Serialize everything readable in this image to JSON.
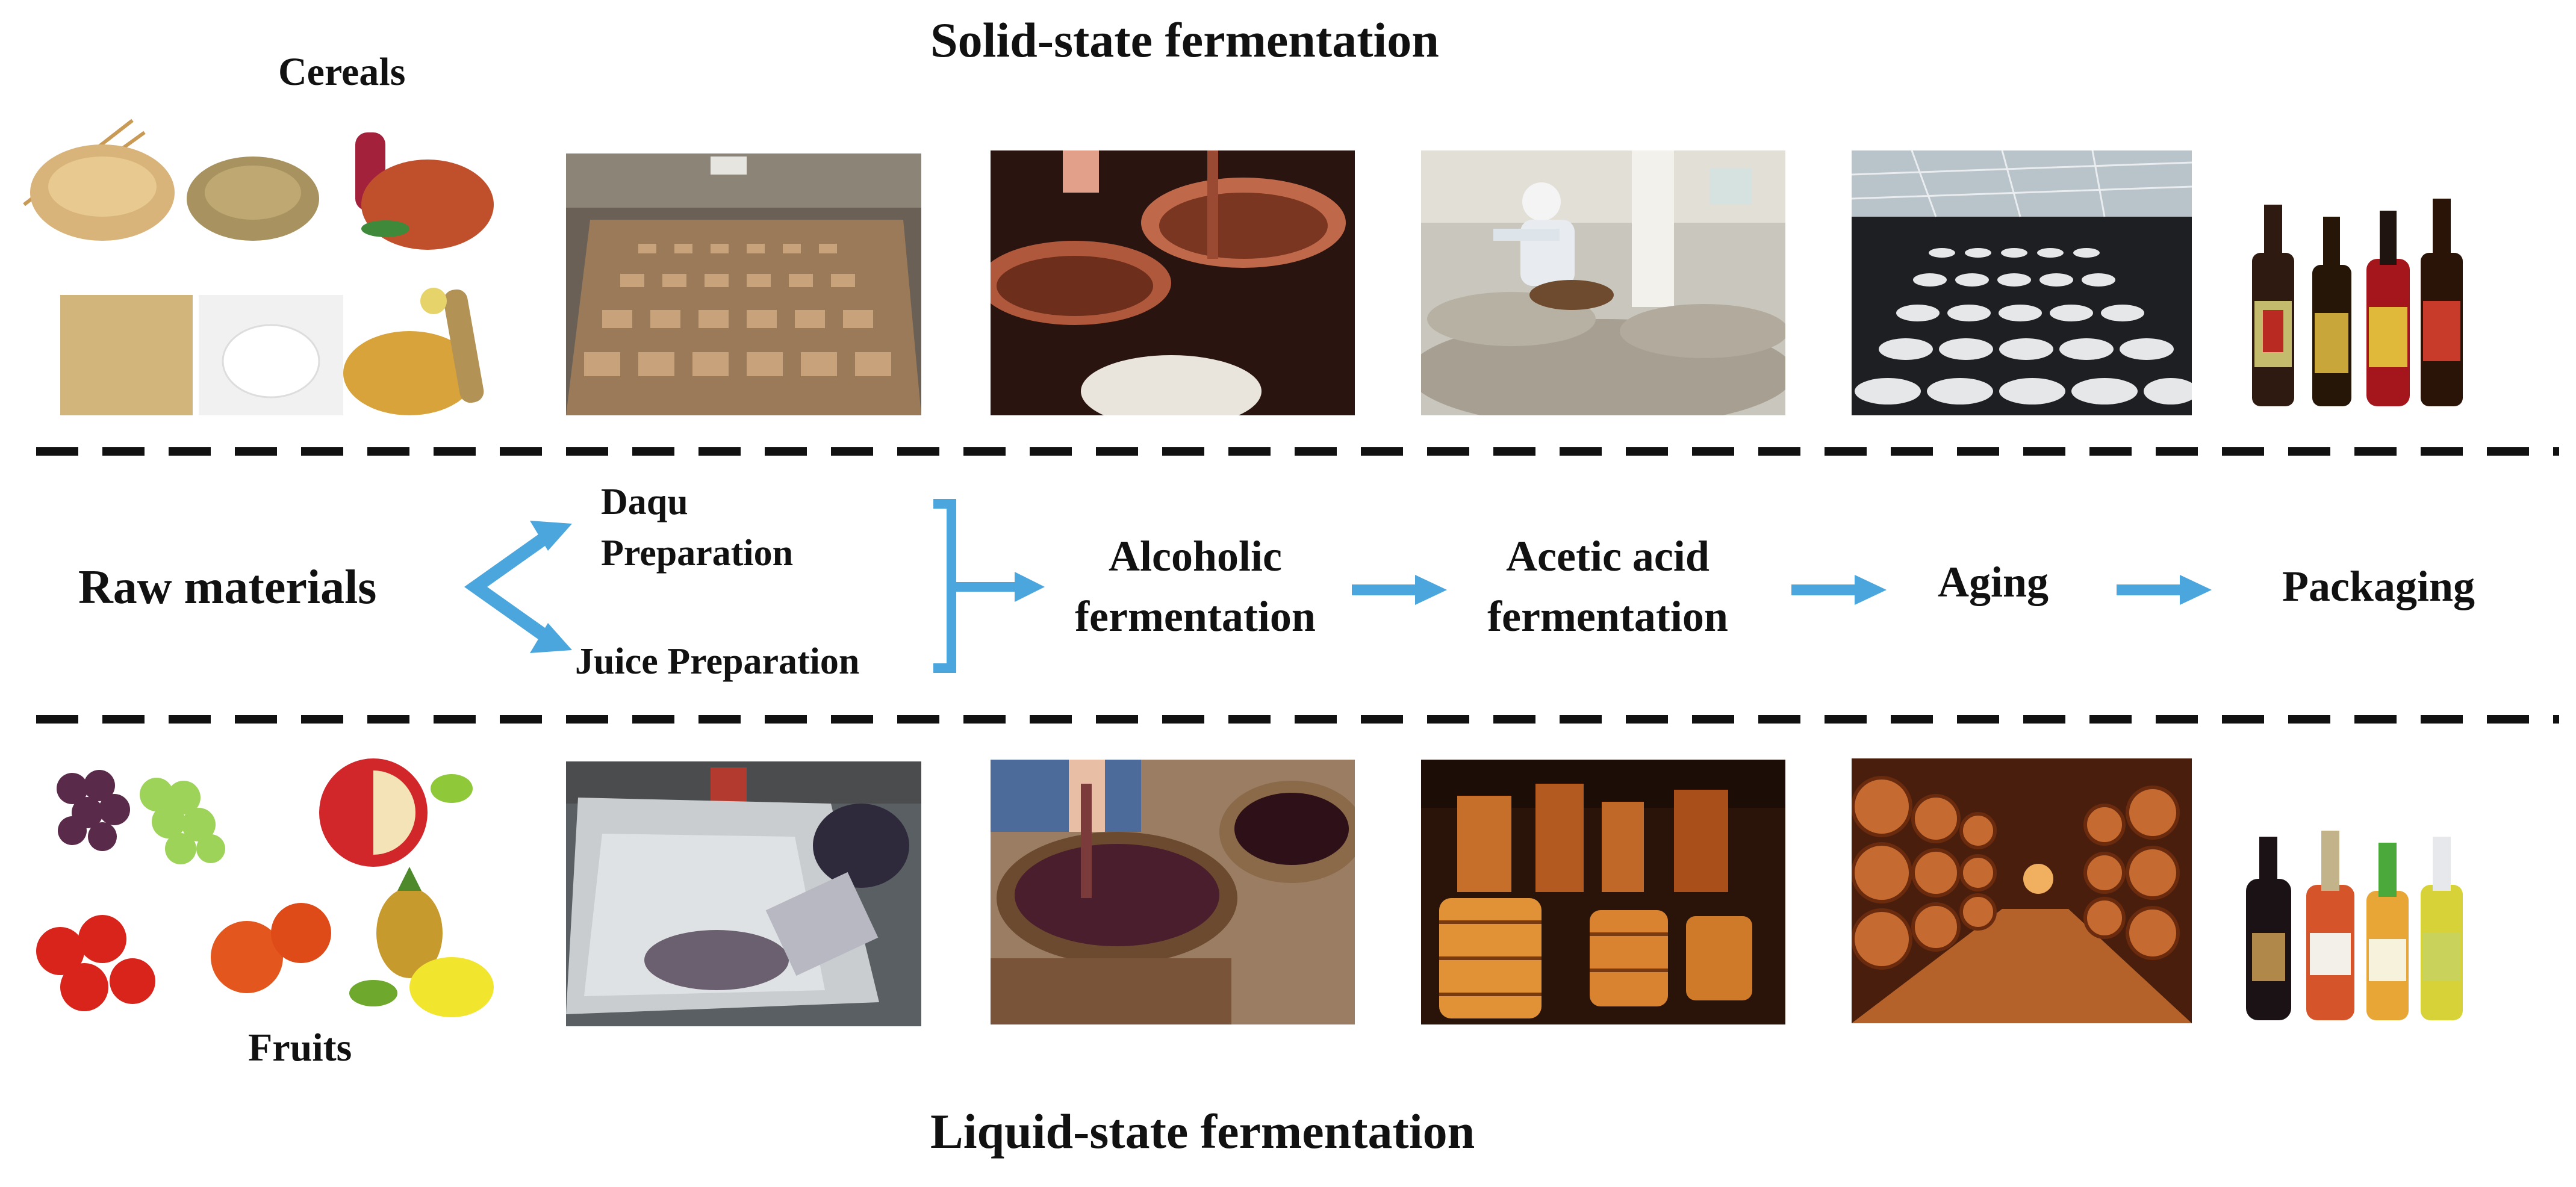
{
  "top_title": "Solid-state fermentation",
  "bottom_title": "Liquid-state fermentation",
  "cereals_label": "Cereals",
  "fruits_label": "Fruits",
  "flow": {
    "raw_materials": "Raw materials",
    "daqu_line1": "Daqu",
    "daqu_line2": "Preparation",
    "juice": "Juice Preparation",
    "alcoholic_line1": "Alcoholic",
    "alcoholic_line2": "fermentation",
    "acetic_line1": "Acetic acid",
    "acetic_line2": "fermentation",
    "aging": "Aging",
    "packaging": "Packaging"
  },
  "colors": {
    "arrow": "#4ba6dd",
    "divider": "#111111"
  },
  "icons": {
    "top_row": [
      "cereal-grains-photo",
      "daqu-bricks-photo",
      "clay-jar-fermentation-photo",
      "worker-stirring-vats-photo",
      "aging-jars-greenhouse-photo",
      "vinegar-bottles-photo"
    ],
    "bottom_row": [
      "fruits-photo",
      "juice-press-photo",
      "grape-barrel-fermentation-photo",
      "wooden-vats-cellar-photo",
      "barrel-cellar-photo",
      "fruit-vinegar-bottles-photo"
    ]
  }
}
